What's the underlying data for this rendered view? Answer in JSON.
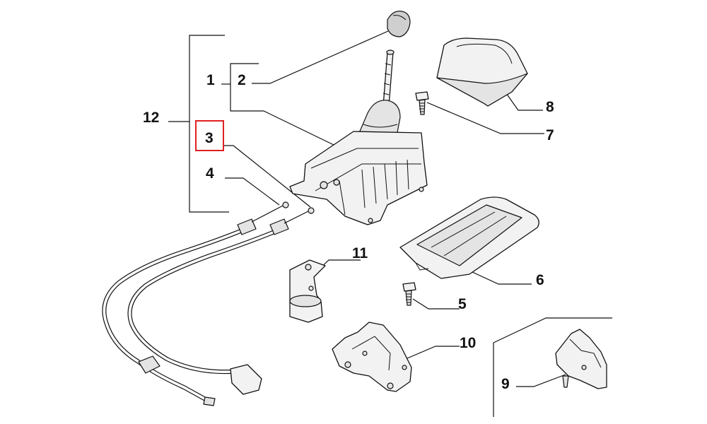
{
  "labels": {
    "l1": "1",
    "l2": "2",
    "l3": "3",
    "l4": "4",
    "l5": "5",
    "l6": "6",
    "l7": "7",
    "l8": "8",
    "l9": "9",
    "l10": "10",
    "l11": "11",
    "l12": "12"
  },
  "highlight": {
    "label": "3",
    "color": "#e02020"
  }
}
